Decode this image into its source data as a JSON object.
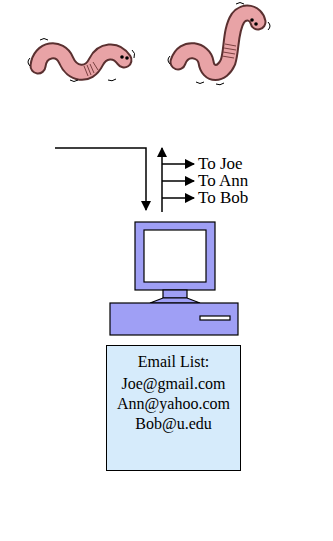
{
  "diagram": {
    "nodes": [
      {
        "text": [
          "Email List:",
          "Joe@gmail.com",
          "Ann@yahoo.com",
          "Bob@u.edu"
        ]
      }
    ],
    "labels": [
      "To Joe",
      "To Ann",
      "To Bob"
    ]
  }
}
